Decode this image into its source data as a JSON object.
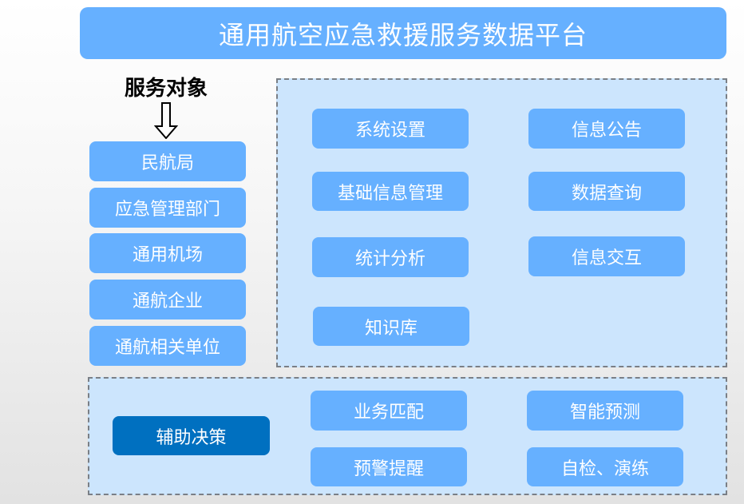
{
  "title": "通用航空应急救援服务数据平台",
  "service_targets": {
    "heading": "服务对象",
    "arrow_icon": "down-arrow-outline",
    "items": [
      "民航局",
      "应急管理部门",
      "通用机场",
      "通航企业",
      "通航相关单位"
    ]
  },
  "functions_panel": {
    "items": [
      "系统设置",
      "信息公告",
      "基础信息管理",
      "数据查询",
      "统计分析",
      "信息交互",
      "知识库"
    ]
  },
  "decision_panel": {
    "label": "辅助决策",
    "items": [
      "业务匹配",
      "智能预测",
      "预警提醒",
      "自检、演练"
    ]
  },
  "colors": {
    "box_blue": "#66b0ff",
    "panel_bg": "#cce5fd",
    "decision_dark": "#0070c0",
    "dash_border": "#7a7f86"
  }
}
